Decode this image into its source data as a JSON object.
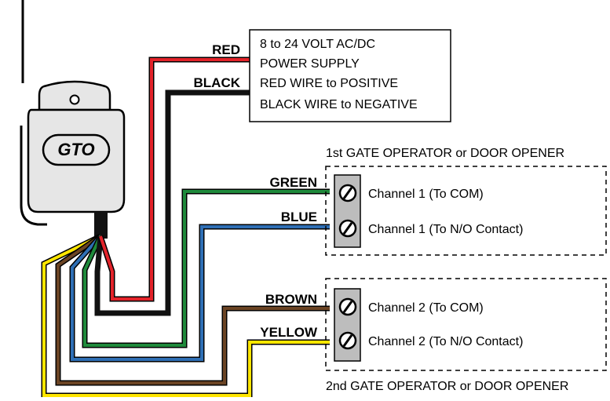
{
  "device": {
    "logo_text": "GTO"
  },
  "wire_labels": {
    "red": "RED",
    "black": "BLACK",
    "green": "GREEN",
    "blue": "BLUE",
    "brown": "BROWN",
    "yellow": "YELLOW"
  },
  "power_box": {
    "lines": [
      "8 to 24 VOLT AC/DC",
      "POWER SUPPLY",
      "RED WIRE to POSITIVE",
      "BLACK WIRE to NEGATIVE"
    ]
  },
  "operator_1": {
    "caption": "1st GATE OPERATOR or DOOR OPENER",
    "terminals": [
      "Channel 1 (To COM)",
      "Channel 1 (To N/O Contact)"
    ]
  },
  "operator_2": {
    "caption": "2nd GATE OPERATOR or DOOR OPENER",
    "terminals": [
      "Channel 2 (To COM)",
      "Channel 2 (To N/O Contact)"
    ]
  },
  "colors": {
    "red": "#e3232a",
    "black": "#111111",
    "green": "#1f8a3b",
    "blue": "#2f6fb5",
    "brown": "#6b4424",
    "yellow": "#ffe600",
    "terminal_gray": "#bdbdbd",
    "device_gray": "#e6e6e6"
  }
}
